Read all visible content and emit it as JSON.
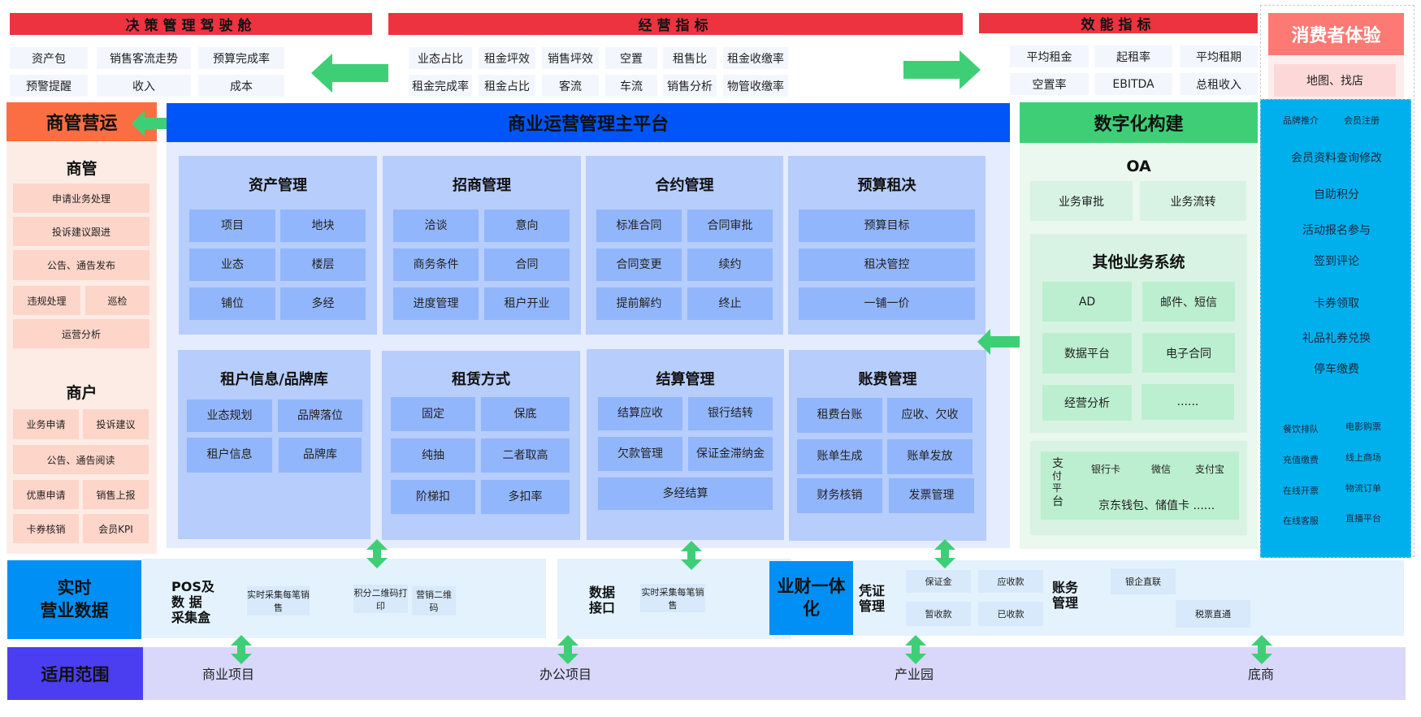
{
  "colors": {
    "red_bar": "#ee3340",
    "arrow_green": "#3ecf76",
    "orange": "#fb6e44",
    "main_blue": "#0055f8",
    "digital_green": "#3ecf76",
    "consumer_pink": "#fd7a74",
    "consumer_cyan": "#00b0ec",
    "realtime_blue": "#0090f5",
    "scope_purple": "#4b3ef0"
  },
  "top": {
    "decision": {
      "title": "决策管理驾驶舱",
      "items": [
        "资产包",
        "销售客流走势",
        "预算完成率",
        "预警提醒",
        "收入",
        "成本"
      ]
    },
    "operating": {
      "title": "经营指标",
      "items": [
        "业态占比",
        "租金坪效",
        "销售坪效",
        "空置",
        "租售比",
        "租金收缴率",
        "租金完成率",
        "租金占比",
        "客流",
        "车流",
        "销售分析",
        "物管收缴率"
      ]
    },
    "efficiency": {
      "title": "效能指标",
      "items": [
        "平均租金",
        "起租率",
        "平均租期",
        "空置率",
        "EBITDA",
        "总租收入"
      ]
    }
  },
  "left": {
    "title": "商管营运",
    "mall": {
      "title": "商管",
      "items": [
        "申请业务处理",
        "投诉建议跟进",
        "公告、通告发布",
        "违规处理",
        "巡检",
        "运营分析"
      ]
    },
    "tenant": {
      "title": "商户",
      "items": [
        "业务申请",
        "投诉建议",
        "公告、通告阅读",
        "优惠申请",
        "销售上报",
        "卡券核销",
        "会员KPI"
      ]
    }
  },
  "main": {
    "title": "商业运营管理主平台",
    "modules": [
      {
        "title": "资产管理",
        "items": [
          "项目",
          "地块",
          "业态",
          "楼层",
          "铺位",
          "多经"
        ]
      },
      {
        "title": "招商管理",
        "items": [
          "洽谈",
          "意向",
          "商务条件",
          "合同",
          "进度管理",
          "租户开业"
        ]
      },
      {
        "title": "合约管理",
        "items": [
          "标准合同",
          "合同审批",
          "合同变更",
          "续约",
          "提前解约",
          "终止"
        ]
      },
      {
        "title": "预算租决",
        "items": [
          "预算目标",
          "租决管控",
          "一铺一价"
        ]
      },
      {
        "title": "租户信息/品牌库",
        "items": [
          "业态规划",
          "品牌落位",
          "租户信息",
          "品牌库"
        ]
      },
      {
        "title": "租赁方式",
        "items": [
          "固定",
          "保底",
          "纯抽",
          "二者取高",
          "阶梯扣",
          "多扣率"
        ]
      },
      {
        "title": "结算管理",
        "items": [
          "结算应收",
          "银行结转",
          "欠款管理",
          "保证金滞纳金",
          "多经结算"
        ]
      },
      {
        "title": "账费管理",
        "items": [
          "租费台账",
          "应收、欠收",
          "账单生成",
          "账单发放",
          "财务核销",
          "发票管理"
        ]
      }
    ]
  },
  "digital": {
    "title": "数字化构建",
    "oa": {
      "title": "OA",
      "items": [
        "业务审批",
        "业务流转"
      ]
    },
    "other": {
      "title": "其他业务系统",
      "items": [
        "AD",
        "邮件、短信",
        "数据平台",
        "电子合同",
        "经营分析",
        "......"
      ]
    },
    "payment": {
      "label": [
        "支",
        "付",
        "平",
        "台"
      ],
      "items": [
        "银行卡",
        "微信",
        "支付宝"
      ],
      "more": "京东钱包、储值卡 ......"
    }
  },
  "consumer": {
    "title": "消费者体验",
    "top_item": "地图、找店",
    "small_top": [
      "品牌推介",
      "会员注册"
    ],
    "list": [
      "会员资料查询修改",
      "自助积分",
      "活动报名参与",
      "签到评论",
      "卡券领取",
      "礼品礼券兑换",
      "停车缴费"
    ],
    "grid": [
      "餐饮排队",
      "电影购票",
      "充值缴费",
      "线上商场",
      "在线开票",
      "物流订单",
      "在线客服",
      "直播平台"
    ]
  },
  "realtime": {
    "title_line1": "实时",
    "title_line2": "营业数据",
    "pos": {
      "label_lines": [
        "POS及",
        "数 据",
        "采集盒"
      ],
      "items": [
        "实时采集每笔销售",
        "积分二维码打印",
        "营销二维码"
      ]
    },
    "interface": {
      "label_lines": [
        "数据",
        "接口"
      ],
      "items": [
        "实时采集每笔销售"
      ]
    }
  },
  "finance": {
    "title": "业财一体化",
    "voucher": {
      "label_lines": [
        "凭证",
        "管理"
      ],
      "items": [
        "保证金",
        "应收款",
        "暂收款",
        "已收款"
      ]
    },
    "accounts": {
      "label_lines": [
        "账务",
        "管理"
      ],
      "items": [
        "银企直联",
        "税票直通"
      ]
    }
  },
  "scope": {
    "title": "适用范围",
    "items": [
      "商业项目",
      "办公项目",
      "产业园",
      "底商"
    ]
  }
}
